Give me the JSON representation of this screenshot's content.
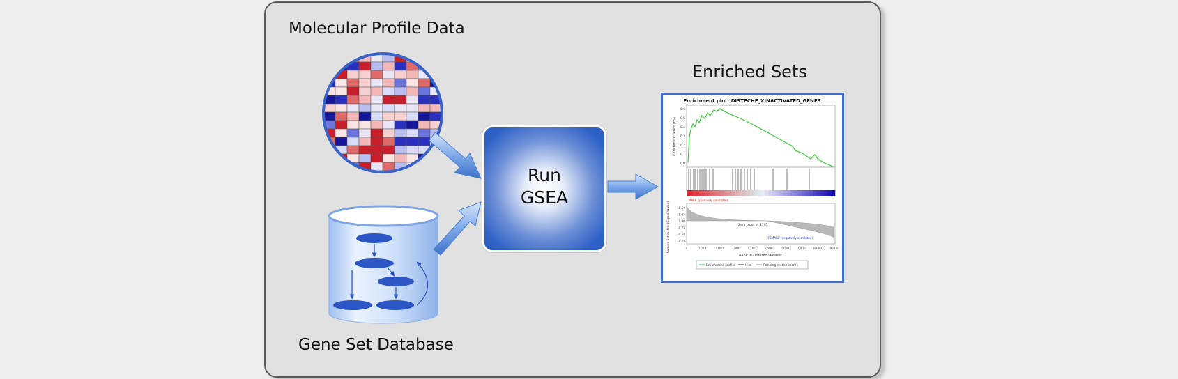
{
  "labels": {
    "molecular_profile": "Molecular Profile Data",
    "gene_set_database": "Gene Set Database",
    "enriched_sets": "Enriched Sets"
  },
  "gsea_button": {
    "line1": "Run",
    "line2": "GSEA"
  },
  "enrichment_plot": {
    "title": "Enrichment plot: DISTECHE_XINACTIVATED_GENES",
    "es_ticks": [
      "0.6",
      "0.5",
      "0.4",
      "0.3",
      "0.2",
      "0.1",
      "0.0"
    ],
    "es_axis_label": "Enrichment score (ES)",
    "metric_ticks": [
      "0.50",
      "0.25",
      "0.00",
      "-0.25",
      "-0.50",
      "-0.75"
    ],
    "metric_axis_label": "Ranked list metric (Signal2Noise)",
    "x_ticks": [
      "0",
      "1,000",
      "2,000",
      "3,000",
      "4,000",
      "5,000",
      "6,000",
      "7,000",
      "8,000",
      "9,000"
    ],
    "x_axis_label": "Rank in Ordered Dataset",
    "pos_label": "'MALE' (positively correlated)",
    "neg_label": "'FEMALE' (negatively correlated)",
    "zero_cross": "Zero cross at 4795",
    "legend": [
      "Enrichment profile",
      "Hits",
      "Ranking metric scores"
    ]
  },
  "colors": {
    "panel_bg": "#e1e1e1",
    "accent_blue": "#2f62c7",
    "heat_red": "#d9333a",
    "heat_blue": "#1a1ab0",
    "es_curve": "#33cc33"
  },
  "icons": [
    "heatmap-circle-icon",
    "database-cylinder-icon",
    "arrow-icon"
  ]
}
